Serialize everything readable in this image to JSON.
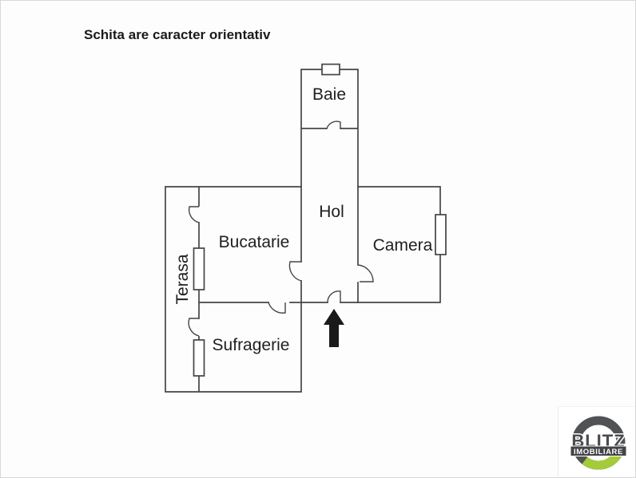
{
  "page": {
    "disclaimer": "Schita are caracter orientativ",
    "background_color": "#fdfdfd",
    "line_color": "#454545"
  },
  "floorplan": {
    "rooms": {
      "baie": "Baie",
      "hol": "Hol",
      "bucatarie": "Bucatarie",
      "camera": "Camera",
      "terasa": "Terasa",
      "sufragerie": "Sufragerie"
    },
    "entrance_marker": "arrow-up",
    "window_count": 4,
    "door_count": 7
  },
  "logo": {
    "brand": "BLITZ",
    "tagline": "IMOBILIARE",
    "ring_color": "#515256",
    "accent_color": "#a3cc39"
  }
}
